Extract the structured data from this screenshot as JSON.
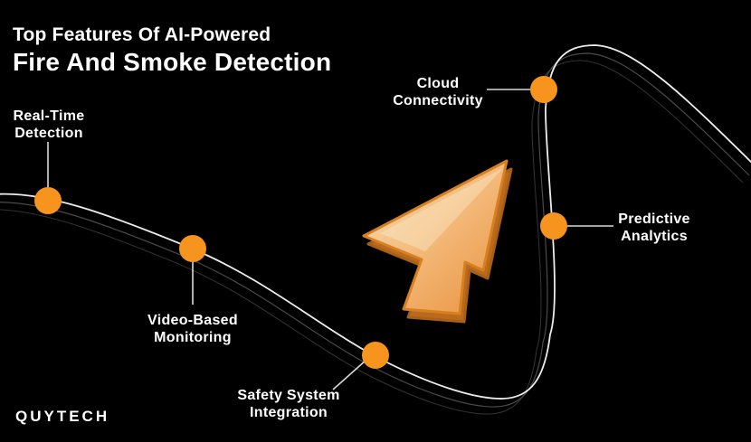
{
  "title": {
    "line1": "Top Features Of AI-Powered",
    "line2": "Fire And Smoke Detection"
  },
  "features": [
    {
      "id": "real-time-detection",
      "line1": "Real-Time",
      "line2": "Detection"
    },
    {
      "id": "video-based-monitoring",
      "line1": "Video-Based",
      "line2": "Monitoring"
    },
    {
      "id": "safety-system-integration",
      "line1": "Safety System",
      "line2": "Integration"
    },
    {
      "id": "cloud-connectivity",
      "line1": "Cloud",
      "line2": "Connectivity"
    },
    {
      "id": "predictive-analytics",
      "line1": "Predictive",
      "line2": "Analytics"
    }
  ],
  "logo": {
    "text": "QUYTECH"
  },
  "icons": {
    "cursor": "cursor-arrow-icon",
    "dot": "feature-dot"
  },
  "colors": {
    "background": "#000000",
    "accent_orange": "#F7941E",
    "text": "#FFFFFF",
    "curve_main": "#EDEDED",
    "curve_echo1": "#4A4A4A",
    "curve_echo2": "#303030",
    "connector": "#D9D9D9",
    "arrow_light": "#FAE3BE",
    "arrow_mid": "#F3B878",
    "arrow_dark": "#E8913C",
    "arrow_edge": "#D7801F",
    "arrow_extrusion": "#B96A1C"
  }
}
